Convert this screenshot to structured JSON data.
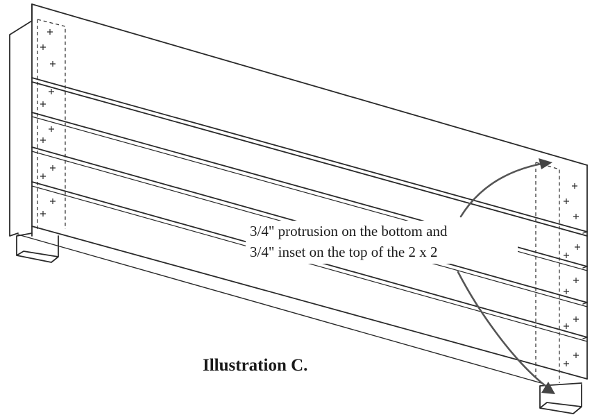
{
  "annotation": {
    "line1": "3/4\" protrusion on the bottom and",
    "line2": "3/4\" inset on the top of the 2 x 2"
  },
  "caption": "Illustration C.",
  "colors": {
    "ink": "#2a2a2a",
    "arrow": "#555555",
    "paper": "#ffffff"
  }
}
